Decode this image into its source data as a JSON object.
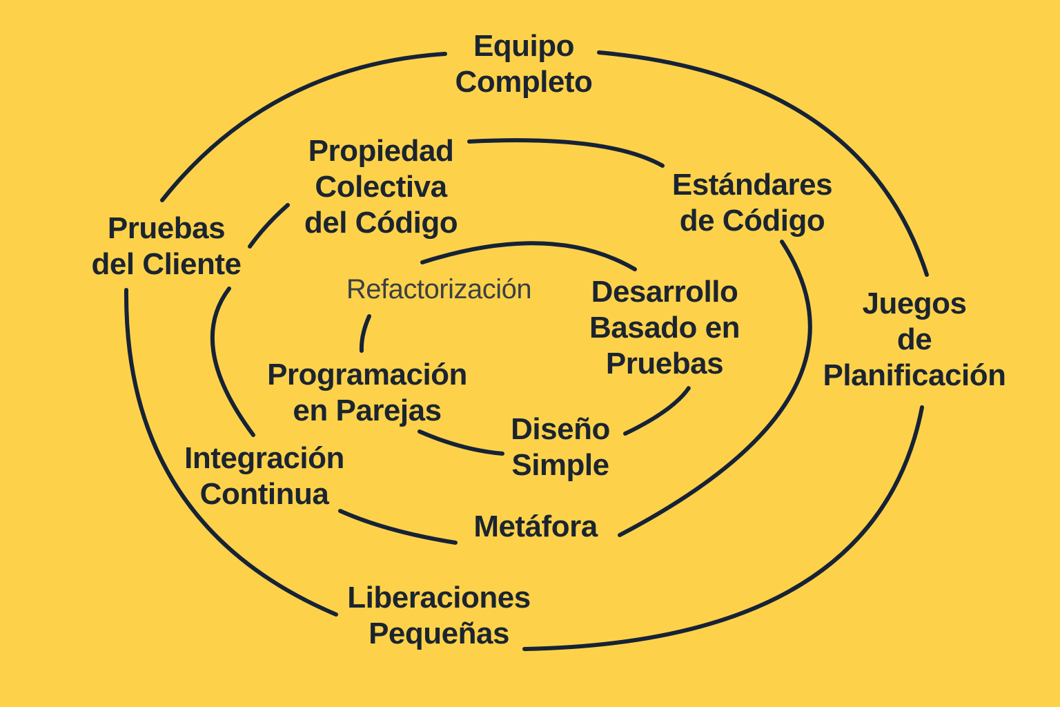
{
  "colors": {
    "background": "#FDD24A",
    "line": "#162236",
    "text": "#1b2430"
  },
  "outer_ring": {
    "equipo_completo": [
      "Equipo",
      "Completo"
    ],
    "juegos_planificacion": [
      "Juegos",
      "de",
      "Planificación"
    ],
    "liberaciones_pequenas": [
      "Liberaciones",
      "Pequeñas"
    ],
    "pruebas_cliente": [
      "Pruebas",
      "del Cliente"
    ]
  },
  "middle_ring": {
    "propiedad_colectiva": [
      "Propiedad",
      "Colectiva",
      "del Código"
    ],
    "estandares_codigo": [
      "Estándares",
      "de Código"
    ],
    "metafora": [
      "Metáfora"
    ],
    "integracion_continua": [
      "Integración",
      "Continua"
    ]
  },
  "inner_ring": {
    "refactorizacion": [
      "Refactorización"
    ],
    "desarrollo_pruebas": [
      "Desarrollo",
      "Basado en",
      "Pruebas"
    ],
    "diseno_simple": [
      "Diseño",
      "Simple"
    ],
    "programacion_parejas": [
      "Programación",
      "en Parejas"
    ]
  }
}
